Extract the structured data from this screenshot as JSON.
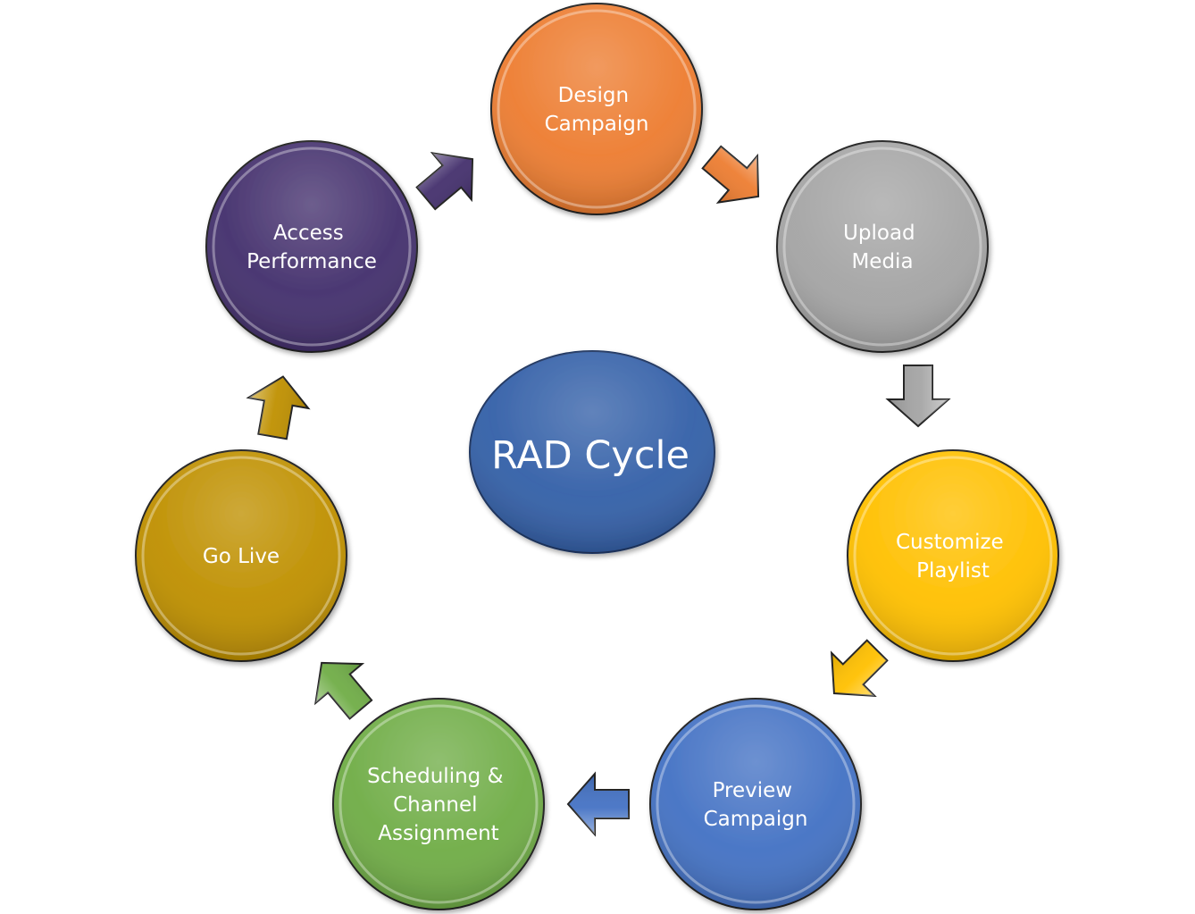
{
  "diagram": {
    "center": {
      "label": "RAD Cycle",
      "color": "#3460A8"
    },
    "steps": [
      {
        "id": "design-campaign",
        "lines": [
          "Design",
          "Campaign"
        ],
        "color": "#ED7D31"
      },
      {
        "id": "upload-media",
        "lines": [
          "Upload",
          "Media"
        ],
        "color": "#A5A5A5"
      },
      {
        "id": "customize-playlist",
        "lines": [
          "Customize",
          "Playlist"
        ],
        "color": "#FFC000"
      },
      {
        "id": "preview-campaign",
        "lines": [
          "Preview",
          "Campaign"
        ],
        "color": "#4472C4"
      },
      {
        "id": "scheduling-channel-assignment",
        "lines": [
          "Scheduling &",
          "Channel",
          "Assignment"
        ],
        "color": "#70AD47"
      },
      {
        "id": "go-live",
        "lines": [
          "Go Live"
        ],
        "color": "#BF9000"
      },
      {
        "id": "access-performance",
        "lines": [
          "Access",
          "Performance"
        ],
        "color": "#44306D"
      }
    ],
    "arrow_colors": [
      "#ED7D31",
      "#A5A5A5",
      "#FFC000",
      "#4472C4",
      "#70AD47",
      "#BF9000",
      "#44306D"
    ]
  }
}
